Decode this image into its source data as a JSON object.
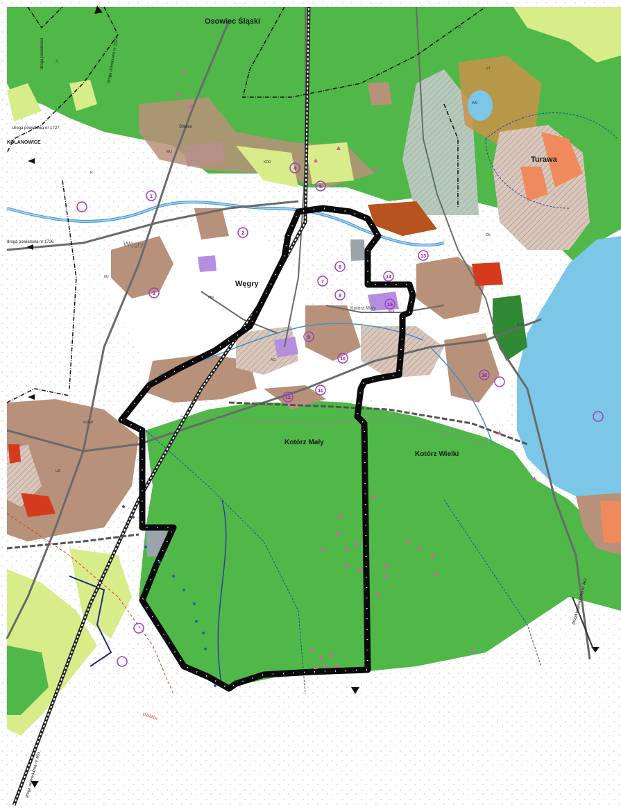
{
  "map": {
    "places": {
      "osowiec": "Osowiec Śląski",
      "turawa": "Turawa",
      "wegry": "Węgry",
      "wegry_small": "Węgry",
      "kotorz_maly": "Kotórz Mały",
      "kotorz_wielki": "Kotórz Wielki",
      "kotorz_maly_small": "Kotórz Mały",
      "kolanowice": "KOLANOWICE",
      "slizice": "Śliwice",
      "ozimek": "OZIMEK"
    },
    "road_labels": {
      "droga_1727": "droga powiatowa nr 1727",
      "droga_1726": "droga powiatowa nr 1726",
      "droga_l1": "droga powiatowa",
      "droga_rz": "droga wojewódzka nr 463",
      "droga_415": "droga wojewódzka nr 463",
      "sw": "droga powiatowa nr 1727"
    },
    "zone_codes": [
      "MU",
      "ZL",
      "R",
      "MN",
      "KDZ",
      "KDGP",
      "KDL",
      "KDD",
      "ZL",
      "ZN",
      "UT",
      "WS",
      "AG",
      "MJ",
      "ZO",
      "US"
    ],
    "circle_numbers": [
      "1",
      "2",
      "3",
      "4",
      "5",
      "6",
      "7",
      "8",
      "9",
      "10",
      "11",
      "12",
      "13",
      "14",
      "15",
      "16"
    ],
    "colors": {
      "forest": "#4fb848",
      "farmland": "#ffffff",
      "village": "#b8917a",
      "water": "#7cc6e8",
      "boundary": "#0a0a0a",
      "meadow": "#d8ec8a",
      "industrial": "#f08a5c",
      "service": "#b58ee0",
      "road": "#6a6a6a"
    }
  }
}
